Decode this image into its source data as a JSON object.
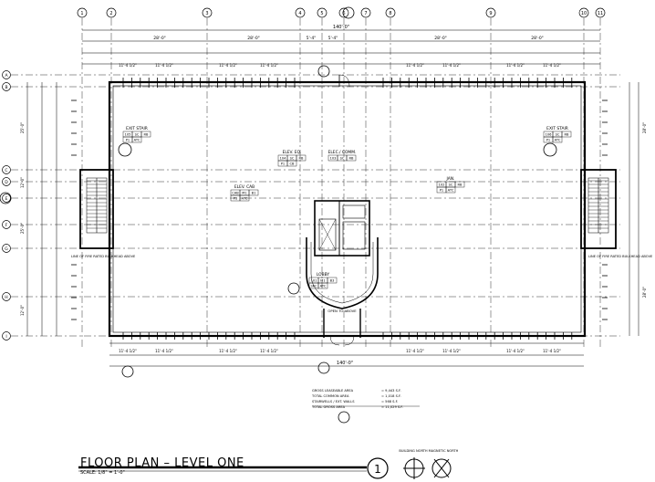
{
  "drawing": {
    "title": "FLOOR PLAN – LEVEL ONE",
    "scale": "SCALE: 1/8\" = 1'-0\"",
    "sheet_number": "1",
    "north_labels": [
      "BUILDING NORTH",
      "MAGNETIC NORTH"
    ]
  },
  "grid": {
    "columns": [
      "1",
      "2",
      "3",
      "4",
      "5",
      "6",
      "7",
      "8",
      "9",
      "10",
      "11"
    ],
    "rows": [
      "A",
      "B",
      "C",
      "D",
      "E",
      "F",
      "G",
      "H",
      "I"
    ]
  },
  "overall_dimension": "140'-0\"",
  "top_dims": [
    "28'-0\"",
    "28'-0\"",
    "5'-4\"",
    "5'-4\"",
    "28'-0\"",
    "28'-0\""
  ],
  "bay_dims": [
    "11'-4 1/2\"",
    "11'-4 1/2\"",
    "11'-4 1/2\"",
    "11'-4 1/2\""
  ],
  "rooms": {
    "exit_stair_left": {
      "name": "EXIT STAIR",
      "code": [
        "105",
        "SC",
        "RB",
        "P1",
        "ATC"
      ]
    },
    "exit_stair_right": {
      "name": "EXIT STAIR",
      "code": [
        "106",
        "SC",
        "RB",
        "P1",
        "ATC"
      ]
    },
    "elev_eq": {
      "name": "ELEV. EQ.",
      "code": [
        "104",
        "SC",
        "RB",
        "P1",
        "CB"
      ]
    },
    "elec_comm": {
      "name": "ELEC./ COMM.",
      "code": [
        "103",
        "SC",
        "RB"
      ]
    },
    "elev_cab": {
      "name": "ELEV. CAB",
      "code": [
        "CAB",
        "M1",
        "B1",
        "P1",
        "ATC"
      ]
    },
    "jan": {
      "name": "JAN.",
      "code": [
        "102",
        "SC",
        "RB",
        "P1",
        "ATC"
      ]
    },
    "lobby": {
      "name": "LOBBY",
      "code": [
        "101",
        "M1",
        "B3",
        "SKC",
        "ATC"
      ]
    }
  },
  "notes": {
    "fire_rated_left": "LINE OF FIRE RATED BULKHEAD ABOVE",
    "fire_rated_right": "LINE OF FIRE RATED BULKHEAD ABOVE",
    "open_above": "OPEN TO ABOVE"
  },
  "areas": [
    {
      "label": "GROSS LEASEABLE AREA",
      "value": "= 9,443 S.F."
    },
    {
      "label": "TOTAL COMMON AREA",
      "value": "= 1,018 S.F."
    },
    {
      "label": "STAIRWELLS / EXT. WALLS",
      "value": "= 568 S.F."
    },
    {
      "label": "TOTAL GROSS AREA",
      "value": "= 11,029 S.F."
    }
  ],
  "vertical_dims_left": [
    "25'-0\"",
    "12'-0\"",
    "25'-0\"",
    "12'-0\""
  ],
  "vertical_dims_right": [
    "28'-0\"",
    "28'-0\""
  ]
}
